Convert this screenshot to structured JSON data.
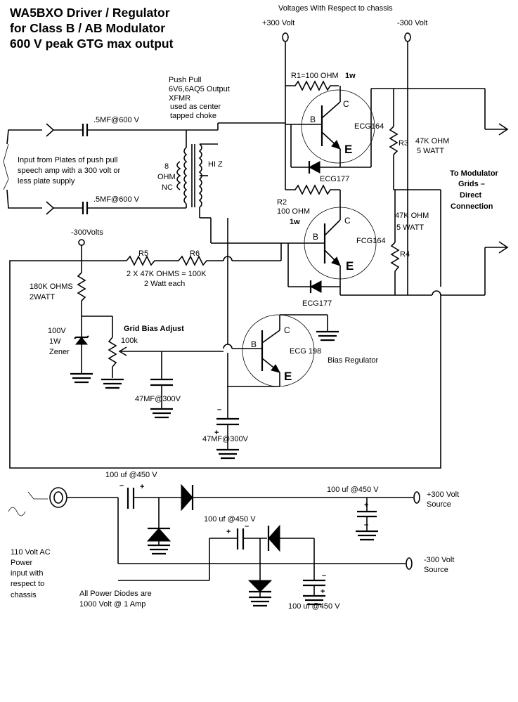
{
  "title": {
    "line1": "WA5BXO Driver / Regulator",
    "line2": "for Class B / AB Modulator",
    "line3": "600 V peak GTG max output"
  },
  "labels": {
    "voltages_header": "Voltages With Respect to chassis",
    "plus300": "+300 Volt",
    "minus300": "-300 Volt",
    "pushpull1": "Push Pull",
    "pushpull2": "6V6,6AQ5 Output",
    "pushpull3": "XFMR",
    "pushpull4": "used as center",
    "pushpull5": "tapped choke",
    "r1": "R1=100 OHM",
    "r1_w": "1w",
    "cap_in1": ".5MF@600 V",
    "cap_in2": ".5MF@600 V",
    "input1": "Input from Plates of push pull",
    "input2": "speech amp with a 300 volt or",
    "input3": "less plate supply",
    "ohm8a": "8",
    "ohm8b": "OHM",
    "ohm8c": "NC",
    "hiz": "HI Z",
    "ecg164_top": "ECG164",
    "ecg177_top": "ECG177",
    "r3": "R3",
    "r3_val1": "47K OHM",
    "r3_val2": "5 WATT",
    "to_mod1": "To Modulator",
    "to_mod2": "Grids –",
    "to_mod3": "Direct",
    "to_mod4": "Connection",
    "r2": "R2",
    "r2_val": "100 OHM",
    "r2_w": "1w",
    "ecg164_bot": "FCG164",
    "r4": "R4",
    "r4_val1": "47K OHM",
    "r4_val2": "5 WATT",
    "minus300v": "-300Volts",
    "r5": "R5",
    "r6": "R6",
    "r56_a": "2 X 47K OHMS = 100K",
    "r56_b": "2 Watt each",
    "ecg177_bot": "ECG177",
    "r180_a": "180K OHMS",
    "r180_b": "2WATT",
    "zener1": "100V",
    "zener2": "1W",
    "zener3": "Zener",
    "grid_bias": "Grid Bias Adjust",
    "pot": "100k",
    "ecg198": "ECG 198",
    "bias_reg": "Bias Regulator",
    "c47a": "47MF@300V",
    "c47b": "47MF@300V",
    "ps_c1": "100 uf @450 V",
    "ps_c2": "100 uf @450 V",
    "ps_c3": "100 uf @450 V",
    "ps_c4": "100 uf @450 V",
    "plus300_src1": "+300 Volt",
    "plus300_src2": "Source",
    "minus300_src1": "-300 Volt",
    "minus300_src2": "Source",
    "ac1": "110 Volt AC",
    "ac2": "Power",
    "ac3": "input with",
    "ac4": "respect to",
    "ac5": "chassis",
    "diodes1": "All Power Diodes are",
    "diodes2": "1000 Volt @ 1 Amp",
    "pin_b": "B",
    "pin_c": "C",
    "pin_e": "E",
    "plus": "+",
    "minus": "–"
  }
}
